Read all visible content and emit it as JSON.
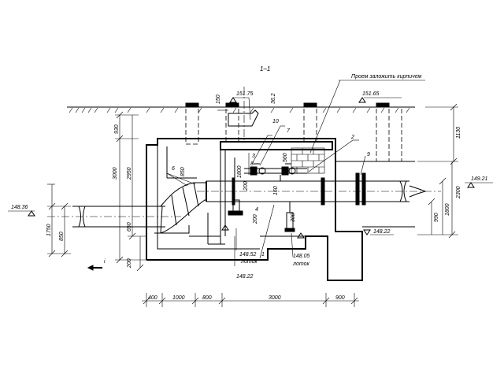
{
  "section_title": "1–1",
  "note_brick": "Проем заложить кирпичем",
  "elevations": {
    "ground": "151.65",
    "manhole_top": "151.75",
    "left_pipe": "148.36",
    "right_pipe": "149.21",
    "bottom_right": "148.22",
    "tray_left": "148.52",
    "tray_left_label": "лоток",
    "tray_right": "148.05",
    "tray_right_label": "лоток",
    "bottom_left": "148.22"
  },
  "callouts": {
    "c1": "1",
    "c2": "2",
    "c3": "3",
    "c4": "4",
    "c6": "6",
    "c7": "7",
    "c8": "8",
    "c9": "9",
    "c10": "10",
    "section_marker": "i"
  },
  "dims": {
    "d150": "150",
    "d362": "36.2",
    "d930": "930",
    "d3000v": "3000",
    "d2950": "2950",
    "d1750": "1750",
    "d850": "850",
    "d650": "650",
    "d200": "200",
    "d850b": "850",
    "d1800a": "1800",
    "d560": "560",
    "d160": "160",
    "d300": "300",
    "d200b": "200",
    "d200c": "200",
    "d1130": "1130",
    "d2300": "2300",
    "d1800": "1800",
    "d990": "990",
    "h400": "400",
    "h1000": "1000",
    "h800": "800",
    "h3000": "3000",
    "h900": "900"
  }
}
